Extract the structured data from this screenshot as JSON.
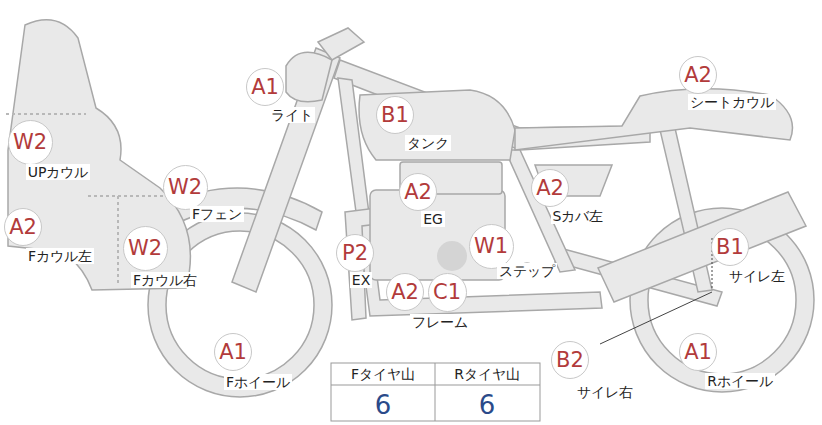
{
  "diagram": {
    "nodes": [
      {
        "text": [
          "A1",
          "ライト"
        ]
      },
      {
        "text": [
          "B1",
          "タンク"
        ]
      },
      {
        "text": [
          "A2",
          "シートカウル"
        ]
      },
      {
        "text": [
          "W2",
          "UPカウル"
        ]
      },
      {
        "text": [
          "W2",
          "Fフェン"
        ]
      },
      {
        "text": [
          "A2",
          "EG"
        ]
      },
      {
        "text": [
          "A2",
          "Sカバ左"
        ]
      },
      {
        "text": [
          "A2",
          "Fカウル左"
        ]
      },
      {
        "text": [
          "W2",
          "Fカウル右"
        ]
      },
      {
        "text": [
          "P2",
          "EX"
        ]
      },
      {
        "text": [
          "W1",
          "ステップ"
        ]
      },
      {
        "text": [
          "B1",
          "サイレ左"
        ]
      },
      {
        "text": [
          "A2",
          "フレーム"
        ]
      },
      {
        "text": [
          "C1"
        ]
      },
      {
        "text": [
          "B2",
          "サイレ右"
        ]
      },
      {
        "text": [
          "A1",
          "Fホイール"
        ]
      },
      {
        "text": [
          "A1",
          "Rホイール"
        ]
      }
    ],
    "labels": [
      "Fタイヤ山",
      "Rタイヤ山",
      "6",
      "6"
    ]
  }
}
